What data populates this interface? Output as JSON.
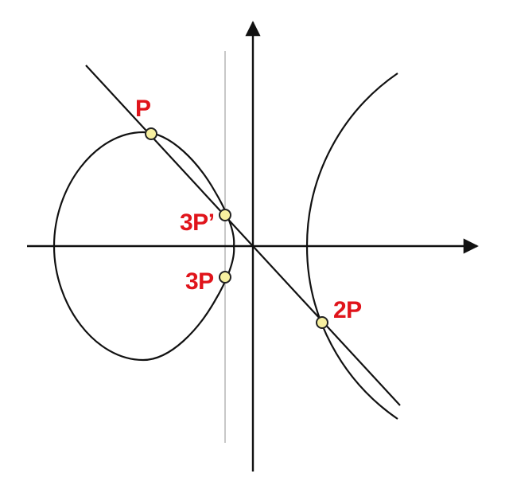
{
  "labels": {
    "p": "P",
    "three_p_prime": "3P’",
    "three_p": "3P",
    "two_p": "2P"
  },
  "colors": {
    "curve": "#111111",
    "axis": "#111111",
    "line": "#111111",
    "vertical_guide": "#c8c8c8",
    "label": "#e0141b",
    "point_fill": "#f7f0a0",
    "point_stroke": "#222222"
  }
}
